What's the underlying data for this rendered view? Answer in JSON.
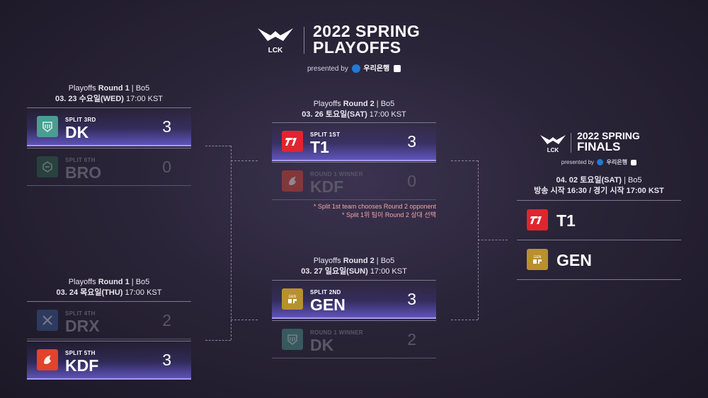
{
  "header": {
    "brand": "LCK",
    "title_line1": "2022 SPRING",
    "title_line2": "PLAYOFFS",
    "presented_by": "presented by",
    "sponsor": "우리은행"
  },
  "round1_a": {
    "label_prefix": "Playoffs",
    "label_round": "Round 1",
    "label_format": "| Bo5",
    "date": "03. 23 수요일(WED)",
    "time": "17:00 KST",
    "teams": [
      {
        "seed": "SPLIT 3RD",
        "name": "DK",
        "score": "3"
      },
      {
        "seed": "SPLIT 6TH",
        "name": "BRO",
        "score": "0"
      }
    ]
  },
  "round1_b": {
    "label_prefix": "Playoffs",
    "label_round": "Round 1",
    "label_format": "| Bo5",
    "date": "03. 24 목요일(THU)",
    "time": "17:00 KST",
    "teams": [
      {
        "seed": "SPLIT 4TH",
        "name": "DRX",
        "score": "2"
      },
      {
        "seed": "SPLIT 5TH",
        "name": "KDF",
        "score": "3"
      }
    ]
  },
  "round2_a": {
    "label_prefix": "Playoffs",
    "label_round": "Round 2",
    "label_format": "| Bo5",
    "date": "03. 26 토요일(SAT)",
    "time": "17:00 KST",
    "teams": [
      {
        "seed": "SPLIT 1ST",
        "name": "T1",
        "score": "3"
      },
      {
        "seed": "ROUND 1 WINNER",
        "name": "KDF",
        "score": "0"
      }
    ],
    "note_en": "* Split 1st team chooses Round 2 opponent",
    "note_ko": "* Split 1위 팀이 Round 2 상대 선택"
  },
  "round2_b": {
    "label_prefix": "Playoffs",
    "label_round": "Round 2",
    "label_format": "| Bo5",
    "date": "03. 27 일요일(SUN)",
    "time": "17:00 KST",
    "teams": [
      {
        "seed": "SPLIT 2ND",
        "name": "GEN",
        "score": "3"
      },
      {
        "seed": "ROUND 1 WINNER",
        "name": "DK",
        "score": "2"
      }
    ]
  },
  "finals": {
    "brand": "LCK",
    "title_line1": "2022 SPRING",
    "title_line2": "FINALS",
    "presented_by": "presented by",
    "sponsor": "우리은행",
    "date": "04. 02 토요일(SAT)",
    "format": "| Bo5",
    "broadcast": "방송 시작 16:30 / 경기 시작 17:00 KST",
    "teams": [
      {
        "name": "T1"
      },
      {
        "name": "GEN"
      }
    ]
  },
  "colors": {
    "dk": "#4a9d92",
    "bro": "#2e6b4c",
    "t1": "#e2242e",
    "kdf": "#e3422b",
    "drx": "#3d5e9c",
    "gen": "#b8912d"
  }
}
